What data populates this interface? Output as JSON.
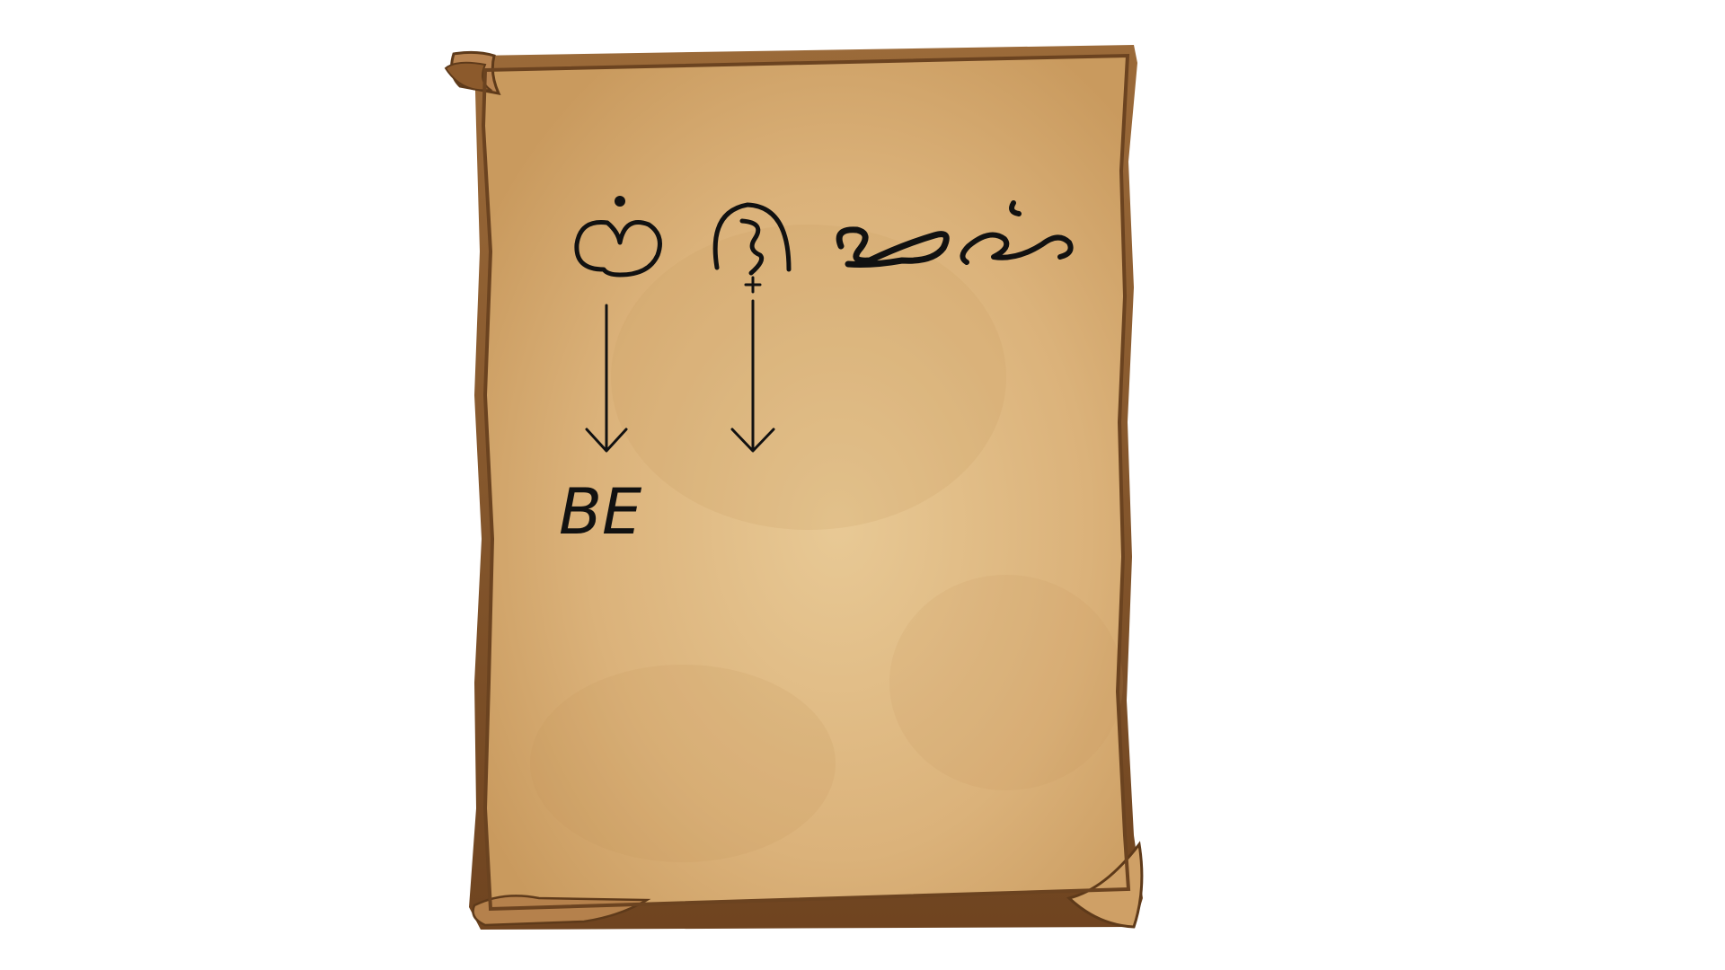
{
  "scroll": {
    "paper_color": "#d8ae74",
    "paper_light_color": "#e8c896",
    "edge_color": "#7a4e27",
    "ink_color": "#111111"
  },
  "glyphs": [
    {
      "name": "baybayin-character-ba",
      "translation": "BE"
    },
    {
      "name": "baybayin-character-hu",
      "translation": ""
    },
    {
      "name": "baybayin-character-3",
      "translation": ""
    },
    {
      "name": "baybayin-character-4",
      "translation": ""
    }
  ]
}
